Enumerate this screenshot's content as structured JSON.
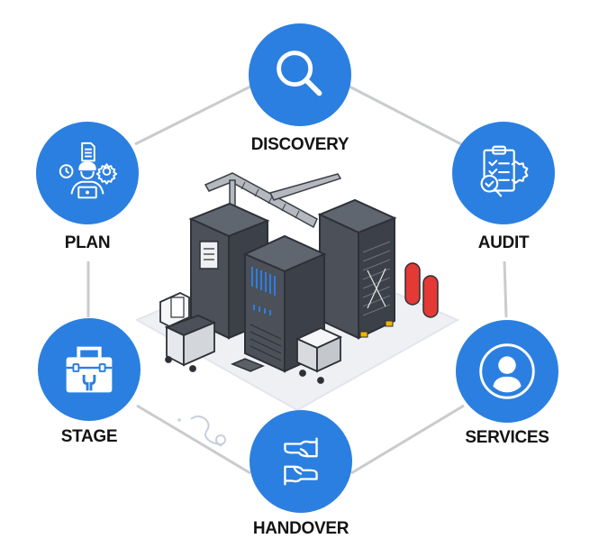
{
  "diagram": {
    "accent_color": "#2b7fe0",
    "connector_color": "#c9cbce",
    "center_illustration": "server-racks-datacenter",
    "stages": [
      {
        "id": "discovery",
        "label": "DISCOVERY",
        "icon": "magnifier-icon"
      },
      {
        "id": "audit",
        "label": "AUDIT",
        "icon": "clipboard-checklist-icon"
      },
      {
        "id": "services",
        "label": "SERVICES",
        "icon": "user-circle-icon"
      },
      {
        "id": "handover",
        "label": "HANDOVER",
        "icon": "handover-hands-icon"
      },
      {
        "id": "stage",
        "label": "STAGE",
        "icon": "toolbox-icon"
      },
      {
        "id": "plan",
        "label": "PLAN",
        "icon": "engineer-planning-icon"
      }
    ]
  }
}
